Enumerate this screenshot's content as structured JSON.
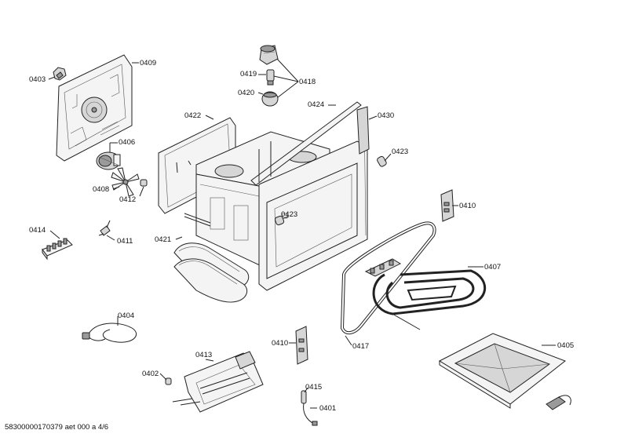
{
  "footer": "58300000170379 aet 000 a 4/6",
  "labels": {
    "l0403": "0403",
    "l0409": "0409",
    "l0406": "0406",
    "l0408": "0408",
    "l0412": "0412",
    "l0414": "0414",
    "l0411": "0411",
    "l0404": "0404",
    "l0402": "0402",
    "l0413": "0413",
    "l0415": "0415",
    "l0401": "0401",
    "l0419": "0419",
    "l0418": "0418",
    "l0420": "0420",
    "l0422": "0422",
    "l0424": "0424",
    "l0430": "0430",
    "l0423a": "0423",
    "l0423b": "0423",
    "l0421": "0421",
    "l0410a": "0410",
    "l0410b": "0410",
    "l0407": "0407",
    "l0417": "0417",
    "l0405": "0405"
  }
}
